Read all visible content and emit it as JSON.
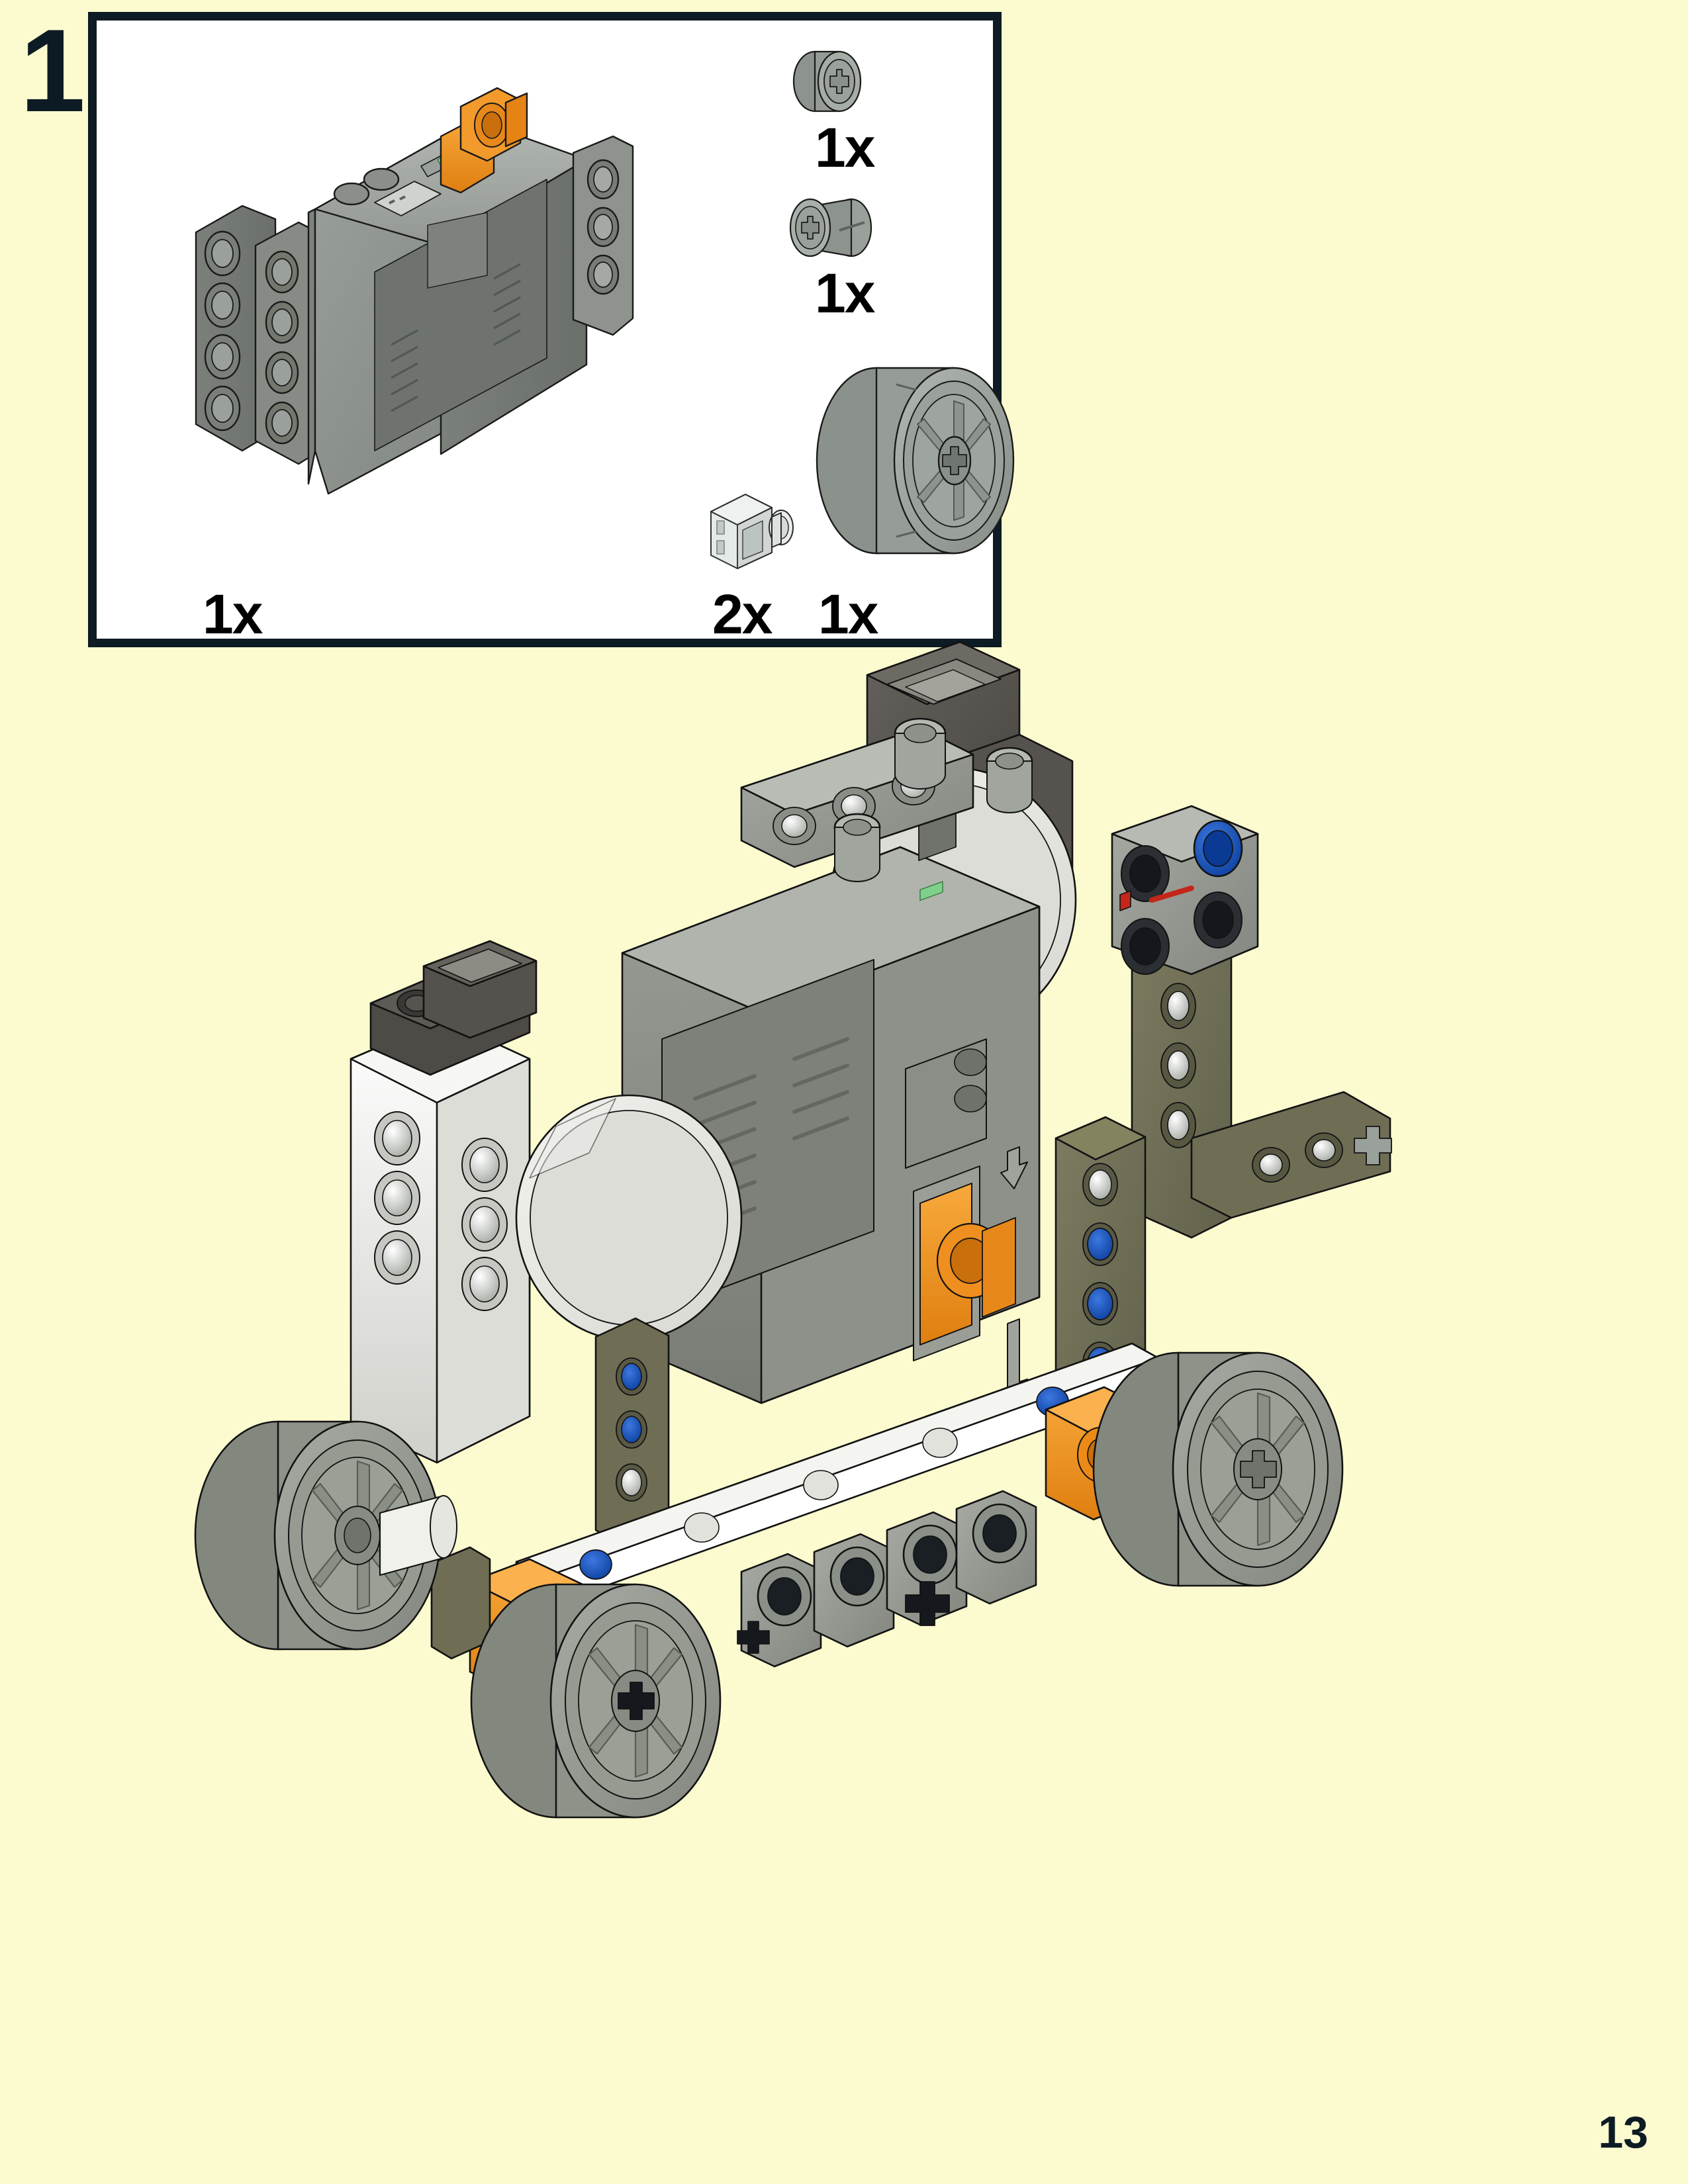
{
  "page": {
    "page_number": "13",
    "background_color": "#fcfbcf",
    "ink_color": "#0d1b24"
  },
  "step": {
    "number": "1",
    "label": "1"
  },
  "callout": {
    "border_color": "#0d1b24",
    "fill_color": "#ffffff",
    "parts": [
      {
        "name": "battery-box",
        "quantity": "1x",
        "color": "#8e9490",
        "accent_color": "#f08c1e"
      },
      {
        "name": "bushing",
        "quantity": "1x",
        "color": "#9aa09b"
      },
      {
        "name": "half-bushing",
        "quantity": "1x",
        "color": "#9aa09b"
      },
      {
        "name": "transparent-pin-brick",
        "quantity": "2x",
        "color": "#dfe3e2"
      },
      {
        "name": "wheel-hub",
        "quantity": "1x",
        "color": "#9aa09b"
      }
    ]
  },
  "model": {
    "title": "assembled-robot-vehicle",
    "colors": {
      "white": "#e9e9e4",
      "light_gray": "#a8aaa4",
      "medium_gray": "#8b8f88",
      "dark_gray": "#5a5753",
      "olive": "#6f6e55",
      "orange": "#f08c1e",
      "blue": "#1255c4",
      "black": "#12161a",
      "green_led": "#7fd08a",
      "red": "#c4271a"
    }
  }
}
